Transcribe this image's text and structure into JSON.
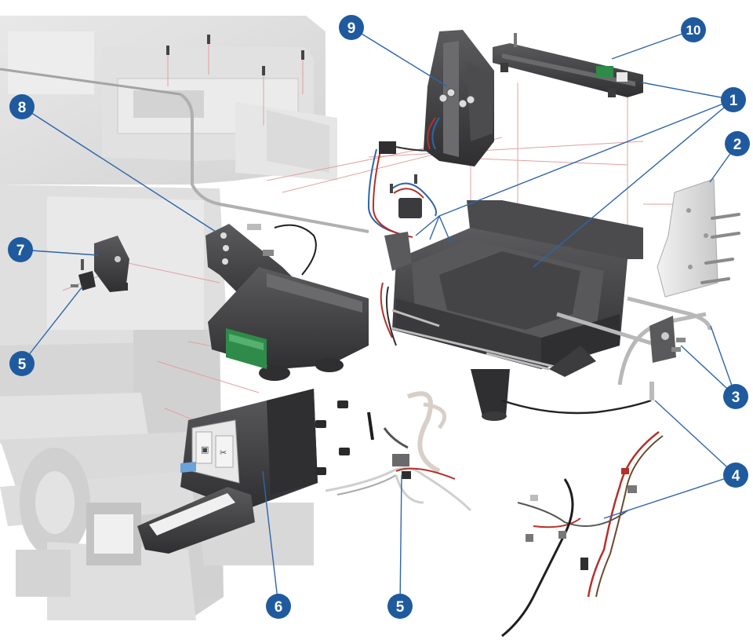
{
  "diagram": {
    "callouts": [
      {
        "id": "c10",
        "label": "10"
      },
      {
        "id": "c9",
        "label": "9"
      },
      {
        "id": "c1",
        "label": "1"
      },
      {
        "id": "c8",
        "label": "8"
      },
      {
        "id": "c2",
        "label": "2"
      },
      {
        "id": "c7",
        "label": "7"
      },
      {
        "id": "c5a",
        "label": "5"
      },
      {
        "id": "c3",
        "label": "3"
      },
      {
        "id": "c4",
        "label": "4"
      },
      {
        "id": "c6",
        "label": "6"
      },
      {
        "id": "c5b",
        "label": "5"
      }
    ],
    "control_panel_icons": [
      "paper-icon",
      "cutter-icon"
    ],
    "colors": {
      "callout_fill": "#1f5a9e",
      "leader_line": "#2f65a8",
      "part_dark": "#3e3e40",
      "part_mid": "#5a5a5d",
      "printer_ghost": "#d9d9d9",
      "pcb_green": "#2e8b4a",
      "cable_red": "#b5302a",
      "guide_red": "#e3a0a0"
    }
  }
}
